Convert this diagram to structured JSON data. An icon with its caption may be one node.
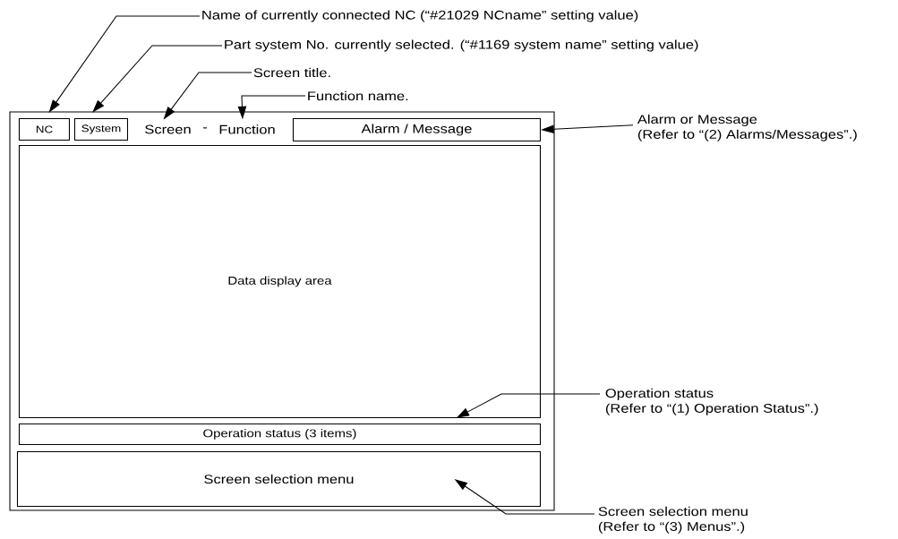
{
  "diagram": {
    "nodes": [
      {
        "text": [],
        "shape": "box"
      },
      {
        "text": [
          "NC"
        ],
        "in": 0
      },
      {
        "text": [
          "System"
        ],
        "in": 0
      },
      {
        "text": [
          "Screen"
        ],
        "in": 0
      },
      {
        "text": [
          "Function"
        ],
        "in": 0
      },
      {
        "text": [
          "Alarm / Message"
        ],
        "in": 0
      },
      {
        "text": [
          "Data display area"
        ],
        "in": 0
      },
      {
        "text": [
          "Operation status (3 items)"
        ],
        "in": 0
      },
      {
        "text": [
          "Screen selection menu"
        ],
        "in": 0
      },
      {
        "text": [
          "Name of currently connected NC (“#21029 NCname” setting value)"
        ]
      },
      {
        "text": [
          "Part system No. currently selected. (“#1169 system name” setting value)"
        ]
      },
      {
        "text": [
          "Screen title."
        ]
      },
      {
        "text": [
          "Function name."
        ]
      },
      {
        "text": [
          "Alarm or Message",
          "(Refer to “(2) Alarms/Messages”.)"
        ]
      },
      {
        "text": [
          "Operation status",
          "(Refer to “(1) Operation Status”.)"
        ]
      },
      {
        "text": [
          "Screen selection menu",
          "(Refer to “(3) Menus”.)"
        ]
      }
    ],
    "edges": [
      {
        "from": 9,
        "to": 1,
        "arrow": "to"
      },
      {
        "from": 10,
        "to": 2,
        "arrow": "to"
      },
      {
        "from": 11,
        "to": 3,
        "arrow": "to"
      },
      {
        "from": 12,
        "to": 4,
        "arrow": "to"
      },
      {
        "from": 13,
        "to": 5,
        "arrow": "to"
      },
      {
        "from": 14,
        "to": 7,
        "arrow": "to"
      },
      {
        "from": 15,
        "to": 8,
        "arrow": "to"
      }
    ],
    "labels": [
      "-"
    ]
  }
}
